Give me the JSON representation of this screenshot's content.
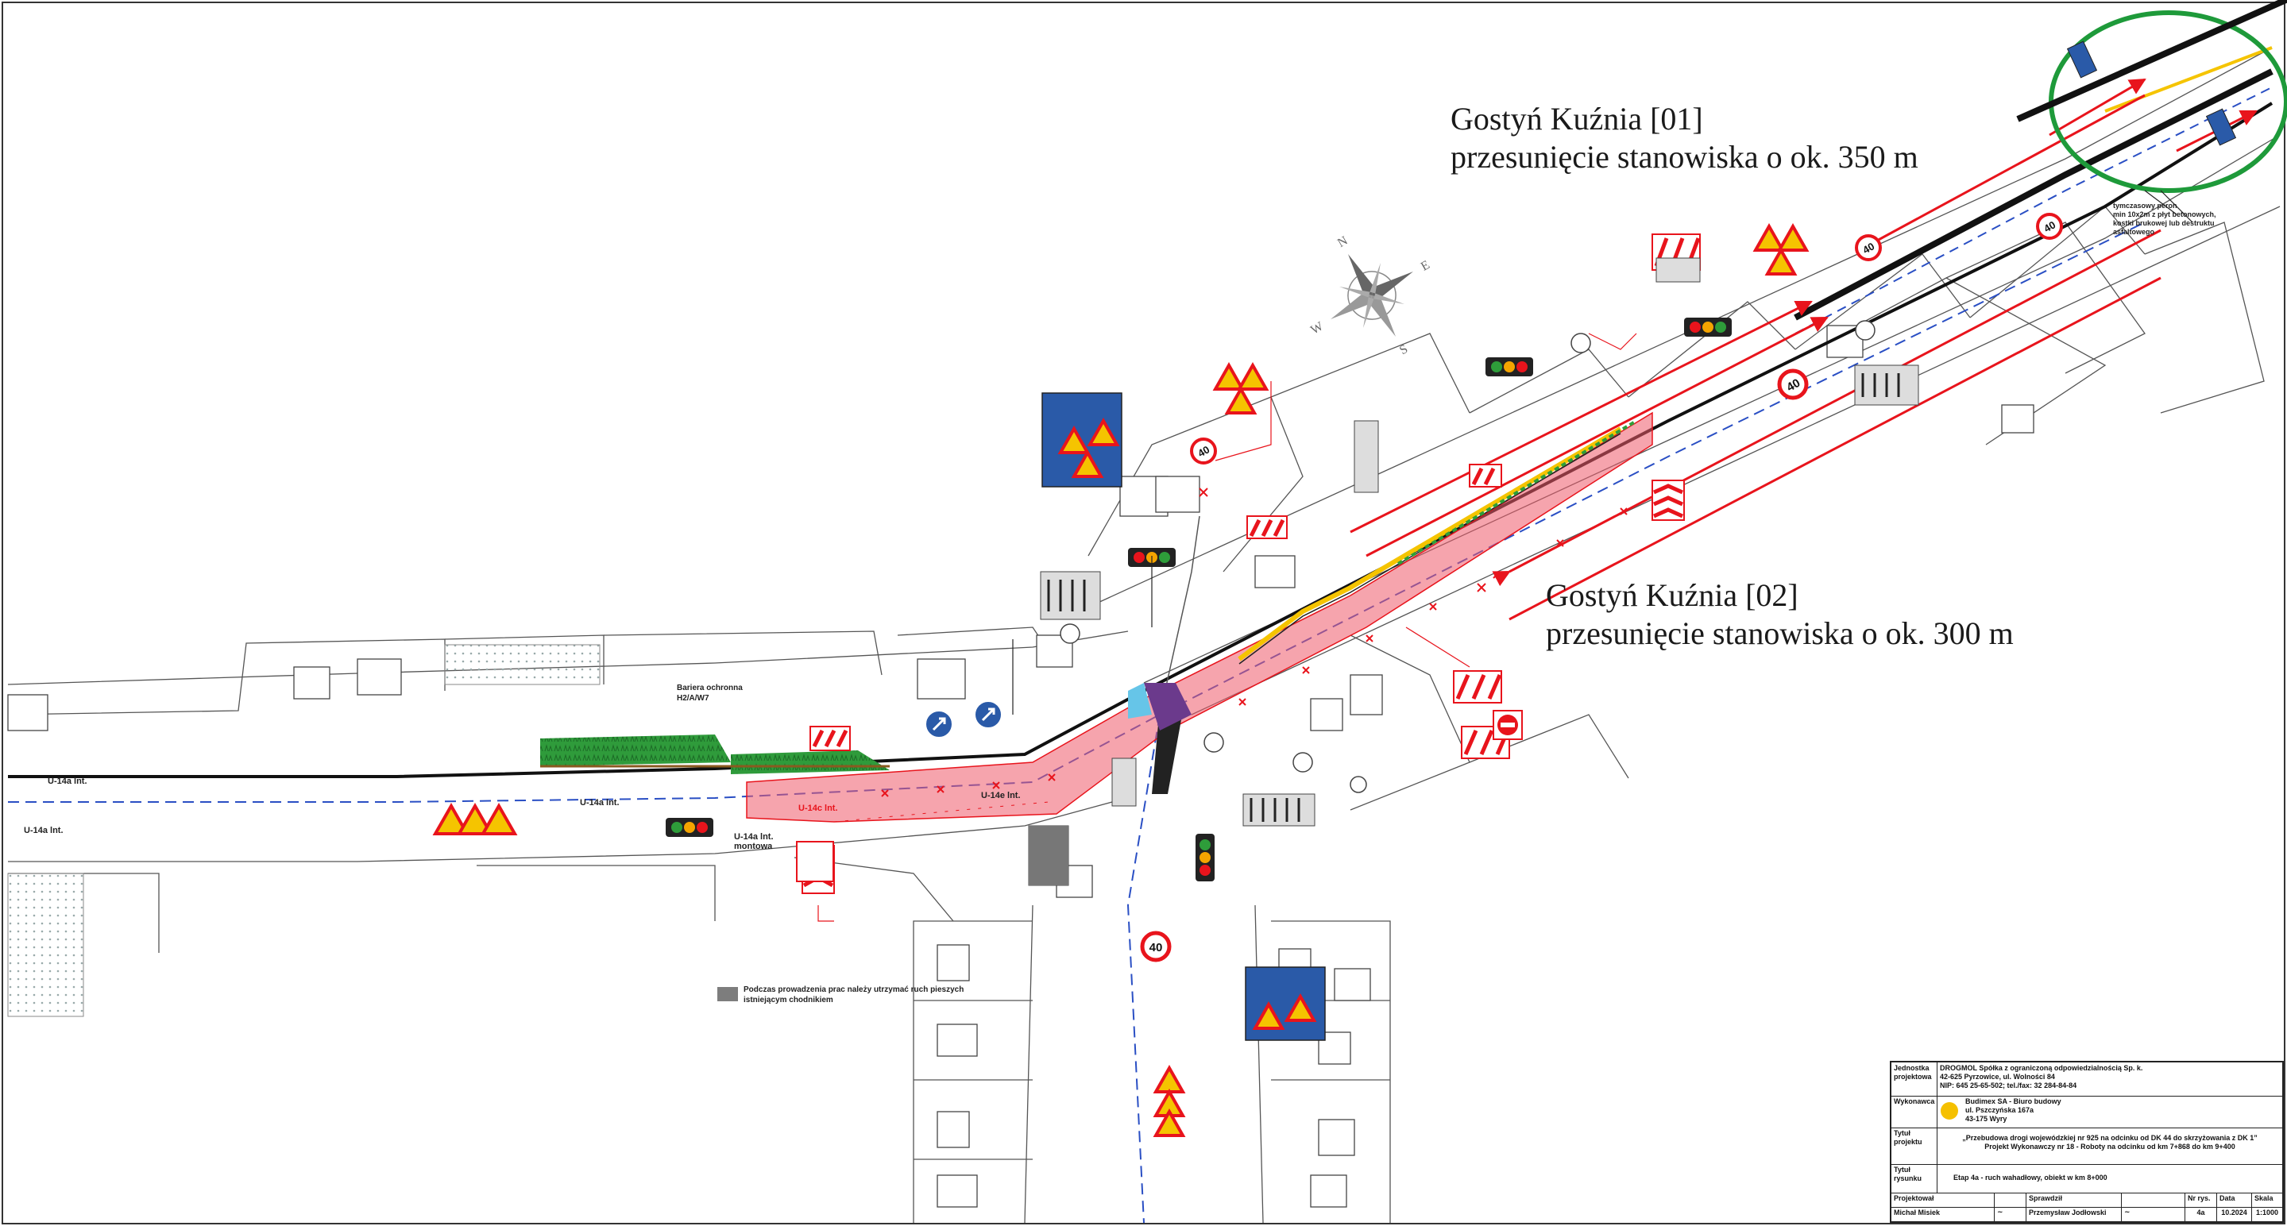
{
  "annotations": {
    "stop01": {
      "line1": "Gostyń Kuźnia [01]",
      "line2": "przesunięcie stanowiska o ok. 350 m"
    },
    "stop02": {
      "line1": "Gostyń Kuźnia [02]",
      "line2": "przesunięcie stanowiska o ok. 300 m"
    }
  },
  "platform_note": {
    "line1": "tymczasowy peron",
    "line2": "min 10x2m z płyt betonowych,",
    "line3": "kostki brukowej lub destruktu",
    "line4": "asfaltowego"
  },
  "barrier_label": {
    "line1": "Bariera ochronna",
    "line2": "H2/A/W7"
  },
  "legend": {
    "line1": "Podczas prowadzenia prac należy utrzymać ruch pieszych",
    "line2": "istniejącym chodnikiem",
    "swatch_color": "#7d7d7d"
  },
  "road_labels": {
    "u14a_1": "U-14a lnt.",
    "u14a_2": "U-14a lnt.",
    "u14a_3": "U-14a lnt.",
    "u14c": "U-14c lnt.",
    "u14e": "U-14e lnt.",
    "u14a_mont": "U-14a lnt.",
    "u14a_mont2": "montowa"
  },
  "speed_signs": {
    "s1": "40",
    "s2": "40",
    "s3": "40",
    "s4": "40",
    "s5": "40"
  },
  "title_block": {
    "label_unit": "Jednostka projektowa",
    "unit_name": "DROGMOL Spółka z ograniczoną odpowiedzialnością Sp. k.",
    "unit_addr": "42-625 Pyrzowice, ul. Wolności 84",
    "unit_nip": "NIP: 645 25-65-502; tel./fax: 32 284-84-84",
    "label_contractor": "Wykonawca",
    "contractor_name": "Budimex SA - Biuro budowy",
    "contractor_addr1": "ul. Pszczyńska 167a",
    "contractor_addr2": "43-175 Wyry",
    "label_project": "Tytuł projektu",
    "project_title1": "„Przebudowa drogi wojewódzkiej nr 925 na odcinku od DK 44 do skrzyżowania z DK 1”",
    "project_title2": "Projekt Wykonawczy nr 18 - Roboty na odcinku od km 7+868 do km 9+400",
    "label_drawing": "Tytuł rysunku",
    "drawing_title": "Etap 4a - ruch wahadłowy, obiekt w km 8+000",
    "h_designed": "Projektował",
    "h_checked": "Sprawdził",
    "h_no": "Nr rys.",
    "h_date": "Data",
    "h_scale": "Skala",
    "designer": "Michał Misiek",
    "checker": "Przemysław Jodłowski",
    "drawing_no": "4a",
    "date": "10.2024",
    "scale": "1:1000"
  },
  "colors": {
    "work_zone": "#ee5a6a",
    "sign_red": "#e8141c",
    "sign_yellow": "#f5c400",
    "sign_blue": "#2a5aa8",
    "circle_green": "#1e9a3a",
    "grass": "#2e9d3a"
  }
}
